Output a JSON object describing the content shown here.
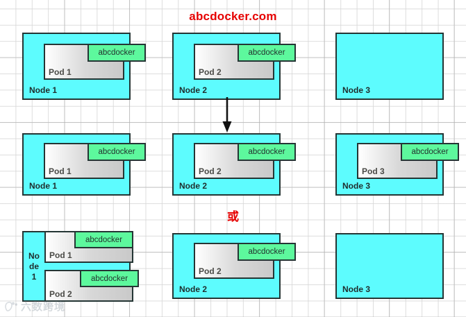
{
  "title": "abcdocker.com",
  "or_label": "或",
  "colors": {
    "node_fill": "#5dfcfe",
    "pod_fill": "#d8d8d8",
    "container_fill": "#5df89d",
    "stroke": "#243534",
    "accent_red": "#e60000"
  },
  "watermark": {
    "text": "六数跨境",
    "icon": "paw-logo-icon"
  },
  "arrow": {
    "name": "down-arrow",
    "from": "row1-node2",
    "to": "row2-node2"
  },
  "rows": [
    {
      "id": "row-1",
      "nodes": [
        {
          "label": "Node 1",
          "split": false,
          "pods": [
            {
              "label": "Pod 1",
              "container": "abcdocker"
            }
          ]
        },
        {
          "label": "Node 2",
          "split": false,
          "pods": [
            {
              "label": "Pod 2",
              "container": "abcdocker"
            }
          ]
        },
        {
          "label": "Node 3",
          "split": false,
          "pods": []
        }
      ]
    },
    {
      "id": "row-2",
      "nodes": [
        {
          "label": "Node 1",
          "split": false,
          "pods": [
            {
              "label": "Pod 1",
              "container": "abcdocker"
            }
          ]
        },
        {
          "label": "Node 2",
          "split": false,
          "pods": [
            {
              "label": "Pod 2",
              "container": "abcdocker"
            }
          ]
        },
        {
          "label": "Node 3",
          "split": false,
          "pods": [
            {
              "label": "Pod 3",
              "container": "abcdocker"
            }
          ]
        }
      ]
    },
    {
      "id": "row-3",
      "nodes": [
        {
          "label": "Node 1",
          "label_lines": [
            "No",
            "de",
            "1"
          ],
          "split": true,
          "pods": [
            {
              "label": "Pod 1",
              "container": "abcdocker"
            },
            {
              "label": "Pod 2",
              "container": "abcdocker"
            }
          ]
        },
        {
          "label": "Node 2",
          "split": false,
          "pods": [
            {
              "label": "Pod 2",
              "container": "abcdocker"
            }
          ]
        },
        {
          "label": "Node 3",
          "split": false,
          "pods": []
        }
      ]
    }
  ]
}
